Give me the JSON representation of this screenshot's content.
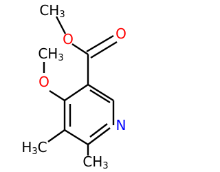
{
  "molecule": {
    "atoms": {
      "methyl_ester_c": "CH3",
      "carbonyl_o": "O",
      "ester_o": "O",
      "methoxy_o": "O",
      "methoxy_c": "CH3",
      "ring_n": "N",
      "methyl_5": {
        "main": "H",
        "sub": "3",
        "tail": "C"
      },
      "methyl_6": {
        "main": "CH",
        "sub": "3"
      }
    },
    "colors": {
      "bond": "#000000",
      "oxygen": "#ff0000",
      "nitrogen": "#0000ff",
      "carbon": "#000000"
    }
  }
}
